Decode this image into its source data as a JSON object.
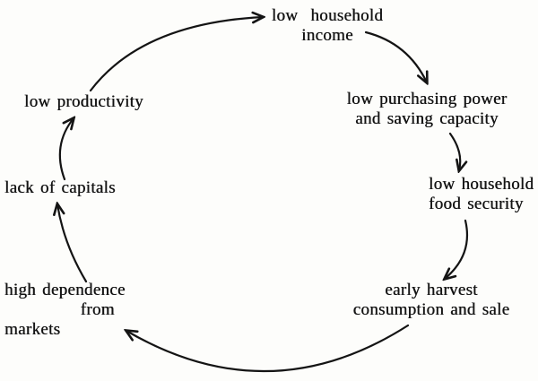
{
  "diagram_type": "cycle",
  "colors": {
    "background": "#fdfdfb",
    "ink": "#141414"
  },
  "nodes": {
    "income": {
      "label": "low  household\nincome"
    },
    "purchasing": {
      "label": "low purchasing power\nand saving capacity"
    },
    "food_security": {
      "label": "low household\nfood security"
    },
    "early_harvest": {
      "label": "early harvest\nconsumption and sale"
    },
    "high_dependence": {
      "label": "high dependence\n            from markets"
    },
    "lack_capitals": {
      "label": "lack of capitals"
    },
    "productivity": {
      "label": "low productivity"
    }
  },
  "edges": [
    {
      "from": "low household income",
      "to": "low purchasing power and saving capacity"
    },
    {
      "from": "low purchasing power and saving capacity",
      "to": "low household food security"
    },
    {
      "from": "low household food security",
      "to": "early harvest consumption and sale"
    },
    {
      "from": "early harvest consumption and sale",
      "to": "high dependence from markets"
    },
    {
      "from": "high dependence from markets",
      "to": "lack of capitals"
    },
    {
      "from": "lack of capitals",
      "to": "low productivity"
    },
    {
      "from": "low productivity",
      "to": "low household income"
    }
  ]
}
